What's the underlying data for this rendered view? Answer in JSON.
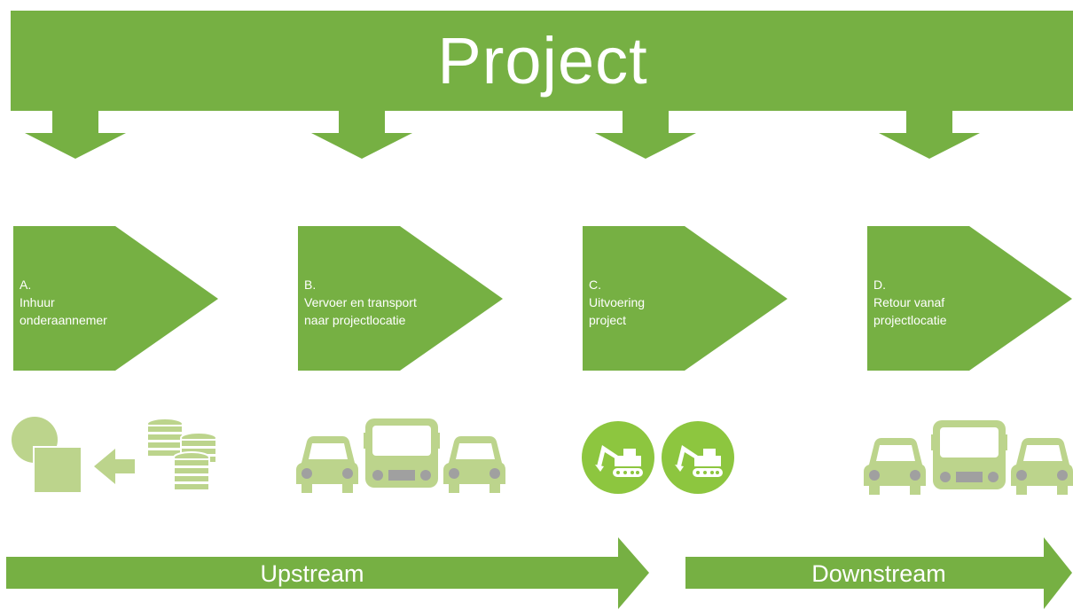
{
  "title": "Project",
  "colors": {
    "primary": "#76b043",
    "light": "#bcd48c",
    "icon_grey": "#a0a0a0"
  },
  "steps": [
    {
      "letter": "A.",
      "label": "Inhuur\nonderaannemer",
      "icon": "subcontractor-hire-icon"
    },
    {
      "letter": "B.",
      "label": "Vervoer en transport\nnaar projectlocatie",
      "icon": "vehicles-icon"
    },
    {
      "letter": "C.",
      "label": "Uitvoering\nproject",
      "icon": "excavator-icon"
    },
    {
      "letter": "D.",
      "label": "Retour vanaf\nprojectlocatie",
      "icon": "vehicles-icon"
    }
  ],
  "flows": [
    {
      "label": "Upstream"
    },
    {
      "label": "Downstream"
    }
  ]
}
